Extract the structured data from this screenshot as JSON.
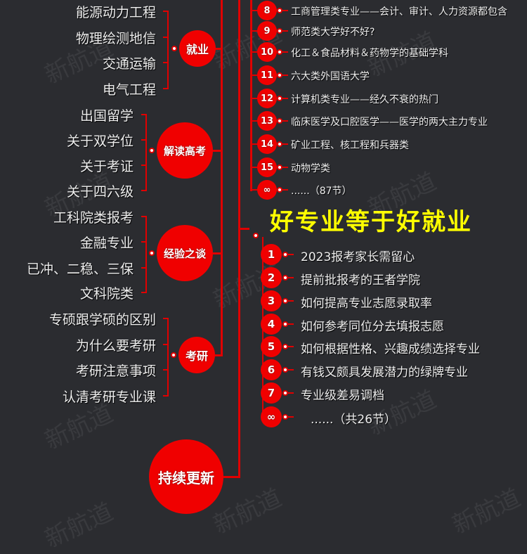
{
  "watermark": "新航道",
  "title": "好专业等于好就业",
  "left_groups": [
    {
      "label": "就业",
      "leaves": [
        "能源动力工程",
        "物理绘测地信",
        "交通运输",
        "电气工程"
      ]
    },
    {
      "label": "解读高考",
      "leaves": [
        "出国留学",
        "关于双学位",
        "关于考证",
        "关于四六级"
      ]
    },
    {
      "label": "经验之谈",
      "leaves": [
        "工科院类报考",
        "金融专业",
        "已冲、二稳、三保",
        "文科院类"
      ]
    },
    {
      "label": "考研",
      "leaves": [
        "专硕跟学硕的区别",
        "为什么要考研",
        "考研注意事项",
        "认清考研专业课"
      ]
    }
  ],
  "bottom_node": "持续更新",
  "top_list": [
    {
      "num": "8",
      "text": "工商管理类专业——会计、审计、人力资源都包含"
    },
    {
      "num": "9",
      "text": "师范类大学好不好?"
    },
    {
      "num": "10",
      "text": "化工＆食品材料＆药物学的基础学科"
    },
    {
      "num": "11",
      "text": "六大类外国语大学"
    },
    {
      "num": "12",
      "text": "计算机类专业——经久不衰的热门"
    },
    {
      "num": "13",
      "text": "临床医学及口腔医学——医学的两大主力专业"
    },
    {
      "num": "14",
      "text": "矿业工程、核工程和兵器类"
    },
    {
      "num": "15",
      "text": "动物学类"
    },
    {
      "num": "∞",
      "text": "......（87节）"
    }
  ],
  "bottom_list": [
    {
      "num": "1",
      "text": "2023报考家长需留心"
    },
    {
      "num": "2",
      "text": "提前批报考的王者学院"
    },
    {
      "num": "3",
      "text": "如何提高专业志愿录取率"
    },
    {
      "num": "4",
      "text": "如何参考同位分去填报志愿"
    },
    {
      "num": "5",
      "text": "如何根据性格、兴趣成绩选择专业"
    },
    {
      "num": "6",
      "text": "有钱又颇具发展潜力的绿牌专业"
    },
    {
      "num": "7",
      "text": "专业级差易调档"
    },
    {
      "num": "∞",
      "text": "......（共26节）"
    }
  ]
}
